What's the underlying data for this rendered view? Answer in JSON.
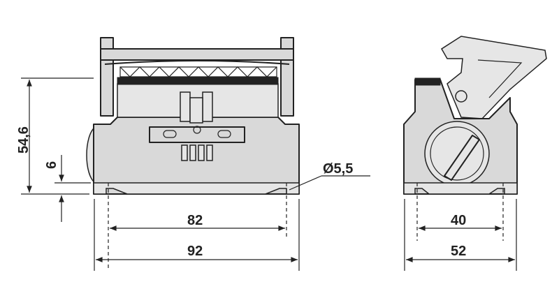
{
  "dimensions": {
    "height": "54,6",
    "base_height": "6",
    "hole_diameter": "Ø5,5",
    "front_inner_width": "82",
    "front_outer_width": "92",
    "side_inner_width": "40",
    "side_outer_width": "52"
  }
}
